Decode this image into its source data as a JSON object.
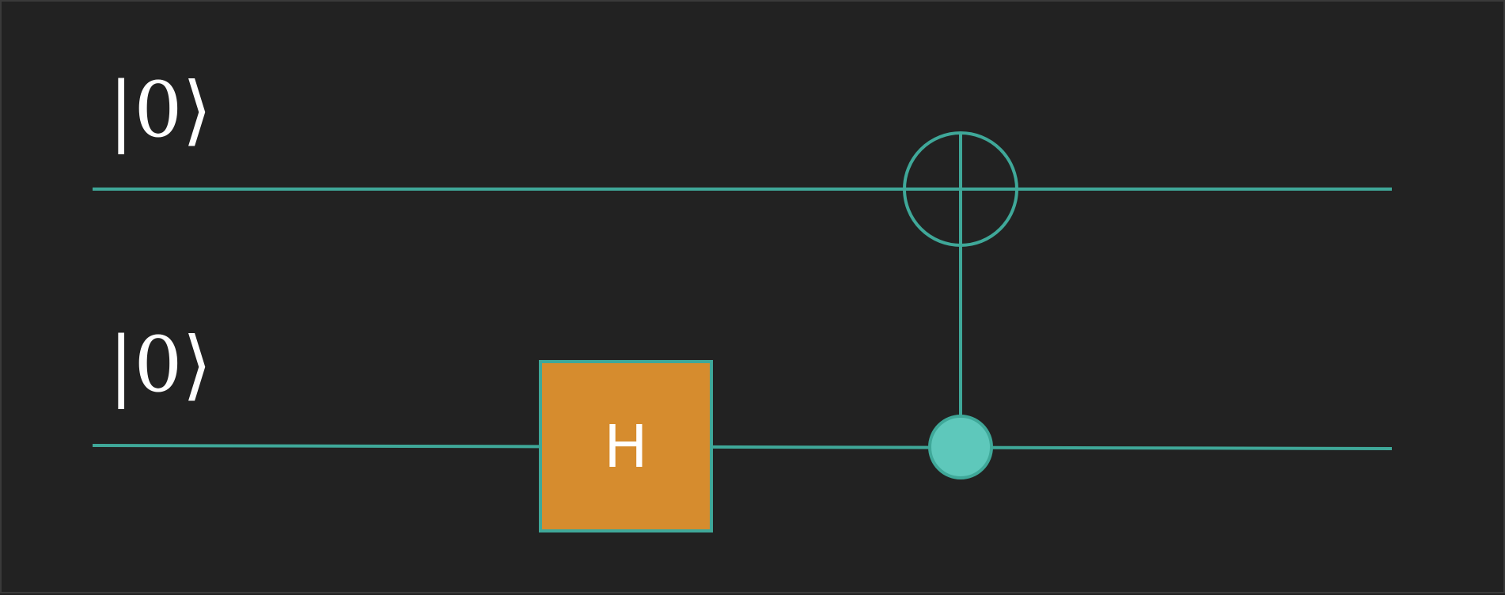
{
  "circuit": {
    "qubits": [
      {
        "label": "|0⟩"
      },
      {
        "label": "|0⟩"
      }
    ],
    "gates": [
      {
        "type": "H",
        "label": "H",
        "target_qubit": 1
      },
      {
        "type": "CNOT",
        "control_qubit": 1,
        "target_qubit": 0
      }
    ]
  },
  "colors": {
    "background": "#222222",
    "wire": "#3fa899",
    "control_dot": "#5ec8bb",
    "h_gate_fill": "#d68c2e",
    "h_gate_border": "#3fa899",
    "text": "#ffffff"
  }
}
